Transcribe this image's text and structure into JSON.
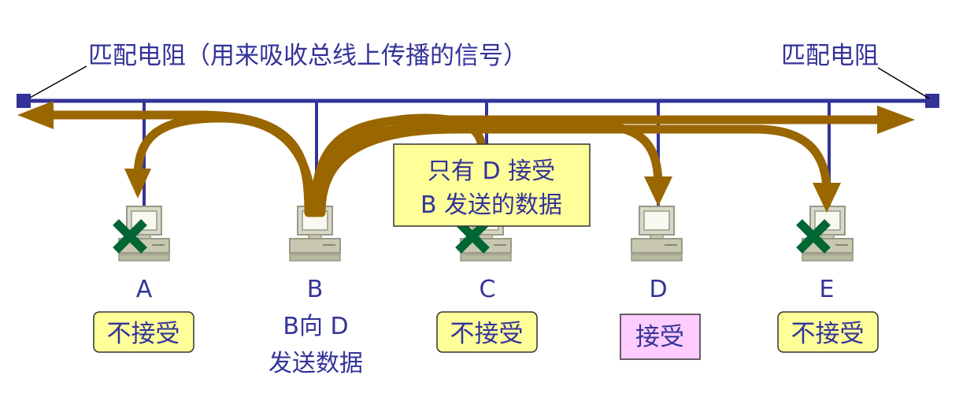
{
  "labels": {
    "terminator_left": "匹配电阻（用来吸收总线上传播的信号）",
    "terminator_right": "匹配电阻",
    "note_line1": "只有 D 接受",
    "note_line2": "B 发送的数据"
  },
  "stations": [
    {
      "name": "A",
      "status": "不接受",
      "status_type": "reject"
    },
    {
      "name": "B",
      "line1": "B向 D",
      "line2": "发送数据"
    },
    {
      "name": "C",
      "status": "不接受",
      "status_type": "reject"
    },
    {
      "name": "D",
      "status": "接受",
      "status_type": "accept"
    },
    {
      "name": "E",
      "status": "不接受",
      "status_type": "reject"
    }
  ],
  "colors": {
    "bus": "#333399",
    "arrow": "#996600",
    "reject_mark": "#006633",
    "reject_box": "#ffff99",
    "accept_box": "#ffccff",
    "text": "#333399"
  }
}
